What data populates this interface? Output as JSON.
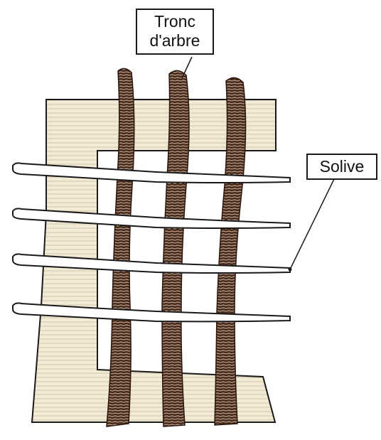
{
  "labels": {
    "tronc_line1": "Tronc",
    "tronc_line2": "d'arbre",
    "solive": "Solive"
  },
  "colors": {
    "trunk": "#4a2a1a",
    "trunk_grain": "#d9c7b6",
    "wall_fill": "#f1ead6",
    "wall_line": "#cdbfa0",
    "outline": "#1a1a1a",
    "background": "#ffffff"
  },
  "elements": {
    "trunk_count": 3,
    "joist_count": 4
  }
}
